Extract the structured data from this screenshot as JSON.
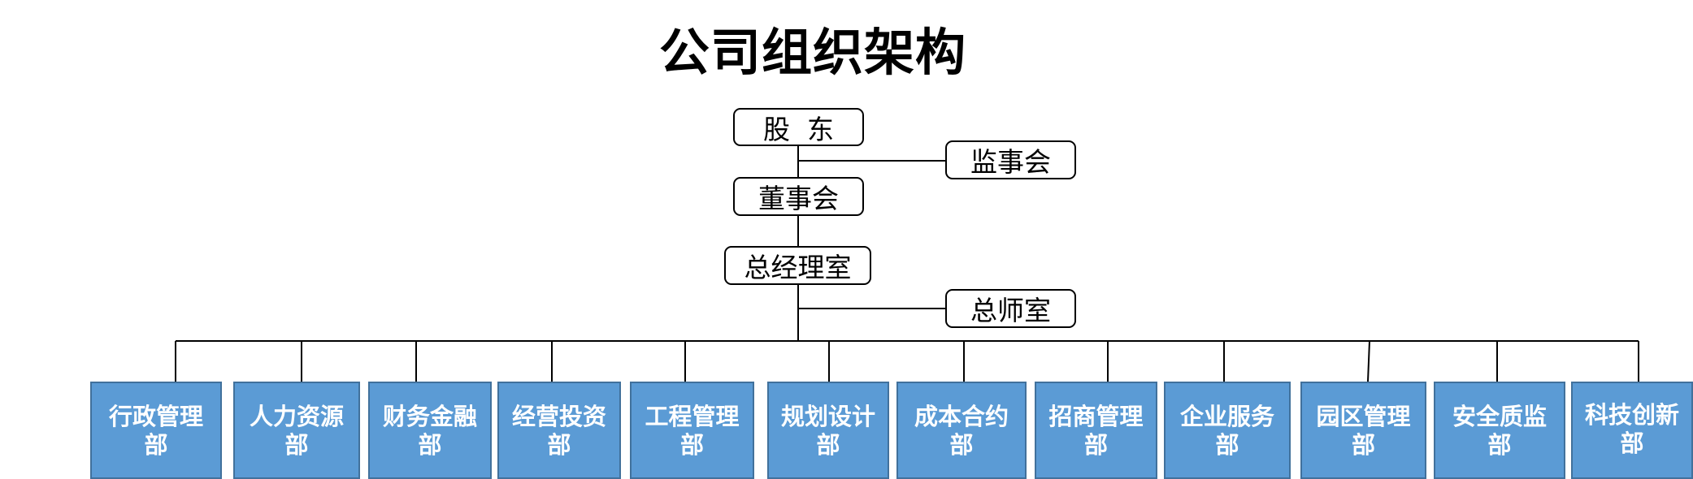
{
  "title": "公司组织架构",
  "top_nodes": {
    "shareholders": "股  东",
    "supervisors": "监事会",
    "board": "董事会",
    "gm_office": "总经理室",
    "chief_engineer_office": "总师室"
  },
  "departments": [
    {
      "line1": "行政管理",
      "line2": "部"
    },
    {
      "line1": "人力资源",
      "line2": "部"
    },
    {
      "line1": "财务金融",
      "line2": "部"
    },
    {
      "line1": "经营投资",
      "line2": "部"
    },
    {
      "line1": "工程管理",
      "line2": "部"
    },
    {
      "line1": "规划设计",
      "line2": "部"
    },
    {
      "line1": "成本合约",
      "line2": "部"
    },
    {
      "line1": "招商管理",
      "line2": "部"
    },
    {
      "line1": "企业服务",
      "line2": "部"
    },
    {
      "line1": "园区管理",
      "line2": "部"
    },
    {
      "line1": "安全质监",
      "line2": "部"
    },
    {
      "line1": "科技创新",
      "line2": "部"
    }
  ],
  "colors": {
    "department_fill": "#5b9bd5",
    "department_border": "#41719c",
    "department_text": "#ffffff",
    "line": "#000000"
  }
}
